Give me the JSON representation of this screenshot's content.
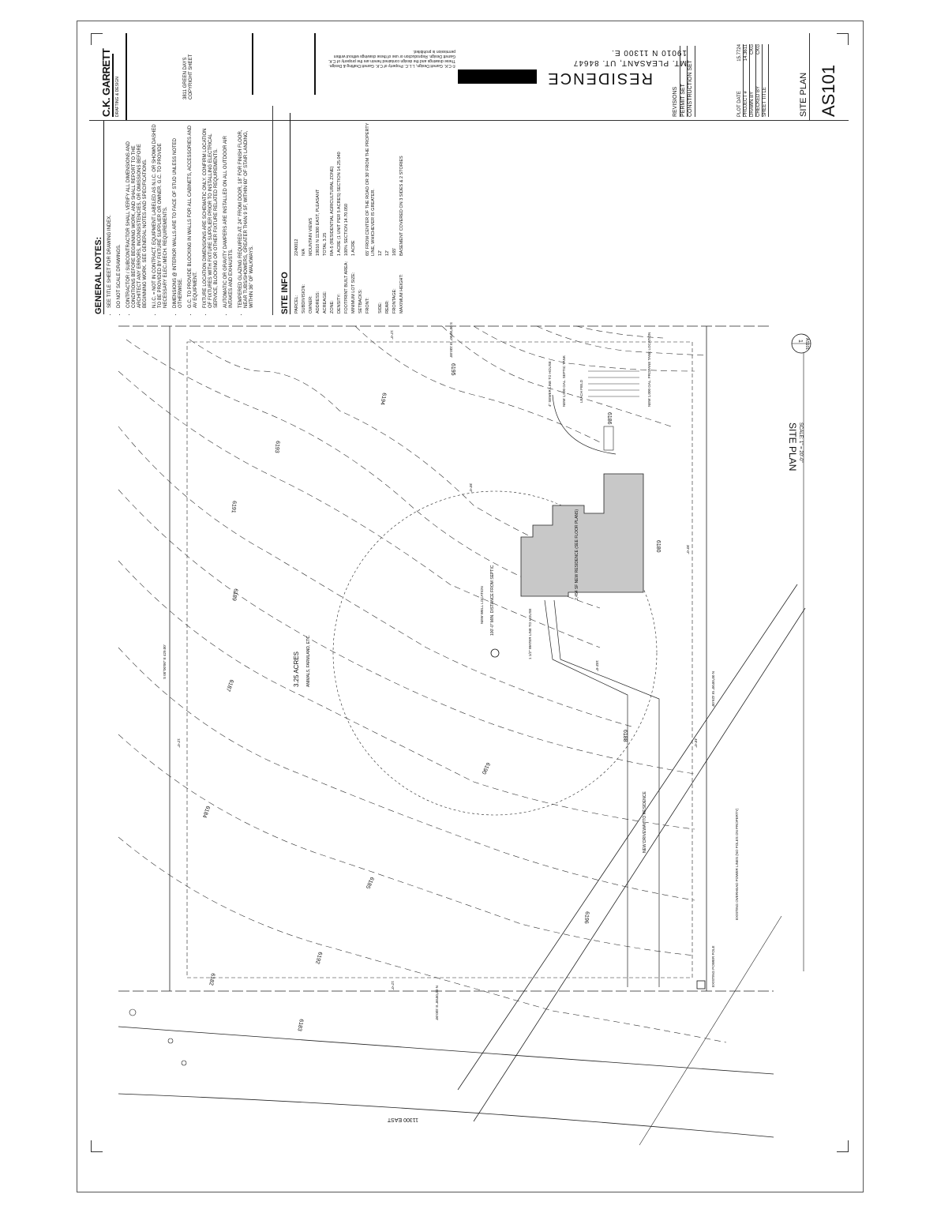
{
  "logo": {
    "name": "C.K. GARRETT",
    "tagline": "DRAFTING & DESIGN"
  },
  "firm_info": [
    "3811 GREEN DAYS",
    "COPYRIGHT SHEET"
  ],
  "copyright": "© C.K. Garrett Design, L.L.C. Property of C.K. Garrett Drafting & Design. These drawings and the design contained herein are the property of C.K. Garrett Design. Reproduction or use of these drawings without written permission is prohibited.",
  "project": {
    "name": "RESIDENCE",
    "address_line1": "19010 N 11300 E.",
    "address_line2": "MT. PLEASANT, UT. 84647"
  },
  "title_block": {
    "revisions": [
      "REVISIONS",
      "PERMIT SET",
      "CONSTRUCTION SET"
    ],
    "fields": [
      {
        "label": "PLOT DATE",
        "value": "15.7724"
      },
      {
        "label": "PROJECT #",
        "value": "14.3611"
      },
      {
        "label": "DRAWN BY",
        "value": "CKG"
      },
      {
        "label": "CHECKED BY",
        "value": "CKG"
      },
      {
        "label": "SHEET TITLE",
        "value": ""
      }
    ],
    "sheet_title": "SITE PLAN",
    "sheet_number": "AS101"
  },
  "general_notes": {
    "heading": "GENERAL NOTES:",
    "items": [
      "SEE TITLE SHEET FOR DRAWING INDEX.",
      "DO NOT SCALE DRAWINGS.",
      "CONTRACTOR / SUBCONTRACTOR SHALL VERIFY ALL DIMENSIONS AND CONDITIONS BEFORE BEGINNING WORK, AND SHALL REPORT TO THE ARCHITECT ANY ERRORS, INCONSISTENCIES, OR OMISSIONS BEFORE BEGINNING WORK. SEE GENERAL NOTES AND SPECIFICATIONS.",
      "N.I.C. = NOT IN CONTRACT. EQUIPMENT LABELED AS N.I.C. OR SHOWN DASHED TO BE PROVIDED BY FIXTURE SUPPLIER OR OWNER. G.C. TO PROVIDE NECESSARY ELEC./MECH. REQUIREMENTS.",
      "DIMENSIONS @ INTERIOR WALLS ARE TO FACE OF STUD UNLESS NOTED OTHERWISE.",
      "G.C. TO PROVIDE BLOCKING IN WALLS FOR ALL CABINETS, ACCESSORIES AND AV EQUIPMENT.",
      "FIXTURE LOCATION DIMENSIONS ARE SCHEMATIC ONLY. CONFIRM LOCATION OF FIXTURES WITH FIXTURE SUPPLIER PRIOR TO INSTALLING ELECTRICAL SERVICE, BLOCKING OR OTHER FIXTURE RELATED REQUIREMENTS.",
      "AUTOMATIC OR GRAVITY DAMPERS ARE INSTALLED ON ALL OUTDOOR AIR INTAKES AND EXHAUSTS.",
      "TEMPERED GLAZING REQUIRED AT: 24\" FROM DOOR, 18\" FOR FINISH FLOOR, NEAR TUBS/SHOWERS, GREATER THAN 9 SF, WITHIN 60\" OF STAIR LANDING, WITHIN 36\" OF WALKWAYS."
    ]
  },
  "site_info": {
    "heading": "SITE INFO",
    "rows": [
      {
        "label": "PARCEL:",
        "value": "2240012"
      },
      {
        "label": "SUBDIVISION:",
        "value": "N/A"
      },
      {
        "label": "OWNER:",
        "value": "MOUNTAIN VIEWS"
      },
      {
        "label": "ADDRESS:",
        "value": "19010 N 11300 EAST, PLEASANT"
      },
      {
        "label": "ACREAGE:",
        "value": "TOTAL 3.25"
      },
      {
        "label": "ZONE:",
        "value": "RA-5 (RESIDENTIAL AGRICULTURAL ZONE)"
      },
      {
        "label": "DENSITY:",
        "value": "1 ACRE (1 UNIT PER 5 ACRES) SECTION 14.25.040"
      },
      {
        "label": "FOOTPRINT BUILT AREA:",
        "value": "100% SECTION 14.70.050"
      },
      {
        "label": "MINIMUM LOT SIZE:",
        "value": "1 ACRE"
      },
      {
        "label": "SETBACKS:",
        "value": ""
      },
      {
        "label": "FRONT:",
        "value": "65' FROM CENTER OF THE ROAD OR 30' FROM THE PROPERTY LINE, WHICHEVER IS GREATER."
      },
      {
        "label": "SIDE:",
        "value": "12'"
      },
      {
        "label": "REAR:",
        "value": "12'"
      },
      {
        "label": "FRONTAGE:",
        "value": "165'"
      },
      {
        "label": "MAXIMUM HEIGHT:",
        "value": "BASEMENT COVERED ON 3 SIDES & 2 STORIES"
      }
    ]
  },
  "drawing": {
    "title": "SITE PLAN",
    "scale": "SCALE: 1\" = 20'-0\"",
    "detail_ref": "1",
    "sheet_ref": "AS101",
    "road_label": "11300 EAST",
    "acreage_label": "3.25 ACRES",
    "acreage_sub": "ANIMALS, FARMLAND, ETC.",
    "residence_label": "2,454 SF NEW RESIDENCE (SEE FLOOR PLANS)",
    "driveway_label": "NEW DRIVEWAY TO RESIDENCE",
    "power_label": "EXISTING OVERHEAD POWER LINES (NO POLES ON PROPERTY)",
    "septic_distance_label": "100'-0\" MIN. DISTANCE FROM SEPTIC",
    "well_label": "NEW WELL LOCATION",
    "water_line_label": "1 1/2\" WATER LINE TO HOUSE",
    "sewer_line_label": "4\" SEWER LINE TO HOUSE",
    "septic_tank_label": "NEW 1,000 GAL. SEPTIC TANK",
    "leach_field_label": "LEACH FIELD",
    "propane_label": "NEW 1,000 GAL. PROPANE TANK LOCATION",
    "existing_pole_label": "EXISTING POWER POLE",
    "bearing_north": "S 00°00'00\" W 330.00'",
    "bearing_south": "N 00°00'00\" E 330.00'",
    "bearing_west": "S 00°00'00\" E 429.00'",
    "bearing_east": "N 00°00'00\" W 429.00'",
    "setback_labels": [
      "12'-0\"",
      "30'-0\"",
      "12'-0\"",
      "12'-0\"",
      "103'-0\"",
      "48'-0\"",
      "30'-0\""
    ],
    "contours": [
      "6182",
      "6183",
      "6184",
      "6185",
      "6186",
      "6187",
      "6188",
      "6189",
      "6190",
      "6191",
      "6192",
      "6193",
      "6194",
      "6195",
      "6196",
      "6180"
    ]
  }
}
